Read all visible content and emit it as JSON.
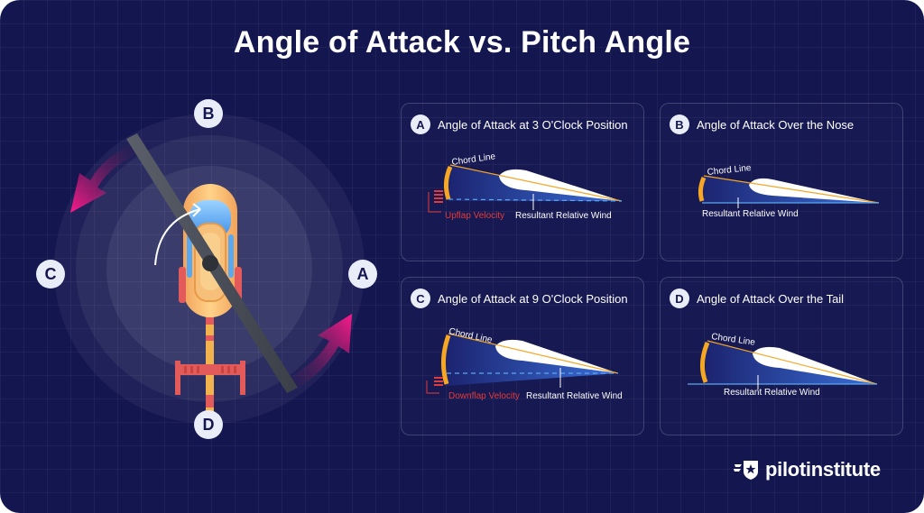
{
  "title": "Angle of Attack vs. Pitch Angle",
  "rotor_positions": {
    "a": "A",
    "b": "B",
    "c": "C",
    "d": "D"
  },
  "panels": [
    {
      "badge": "A",
      "title": "Angle of Attack at 3 O'Clock Position",
      "chord_label": "Chord Line",
      "flap_label": "Upflap Velocity",
      "wind_label": "Resultant Relative Wind"
    },
    {
      "badge": "B",
      "title": "Angle of Attack Over the Nose",
      "chord_label": "Chord Line",
      "wind_label": "Resultant Relative Wind"
    },
    {
      "badge": "C",
      "title": "Angle of Attack at 9 O'Clock Position",
      "chord_label": "Chord Line",
      "flap_label": "Downflap Velocity",
      "wind_label": "Resultant Relative Wind"
    },
    {
      "badge": "D",
      "title": "Angle of Attack Over the Tail",
      "chord_label": "Chord Line",
      "wind_label": "Resultant Relative Wind"
    }
  ],
  "colors": {
    "background": "#141650",
    "arrow": "#ff1a8c",
    "chord": "#f5a623",
    "flap": "#e23b3b"
  },
  "logo": {
    "text": "pilotinstitute",
    "icon": "star-wing-icon"
  }
}
